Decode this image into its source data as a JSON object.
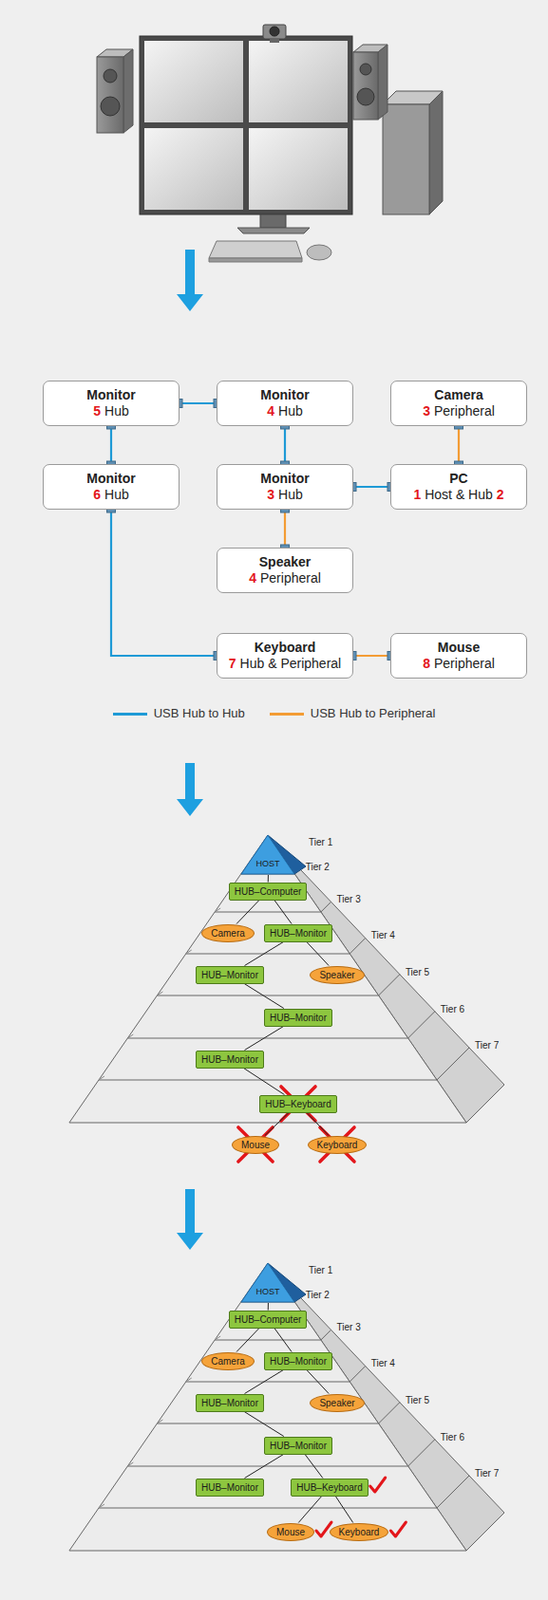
{
  "diagram": {
    "nodes": [
      {
        "text": [
          "Monitor",
          "5",
          "Hub"
        ]
      },
      {
        "text": [
          "Monitor",
          "4",
          "Hub"
        ]
      },
      {
        "text": [
          "Camera",
          "3",
          "Peripheral"
        ]
      },
      {
        "text": [
          "Monitor",
          "6",
          "Hub"
        ]
      },
      {
        "text": [
          "Monitor",
          "3",
          "Hub"
        ]
      },
      {
        "text": [
          "PC",
          "1",
          "Host & Hub",
          "2"
        ]
      },
      {
        "text": [
          "Speaker",
          "4",
          "Peripheral"
        ]
      },
      {
        "text": [
          "Keyboard",
          "7",
          "Hub & Peripheral"
        ]
      },
      {
        "text": [
          "Mouse",
          "8",
          "Peripheral"
        ]
      },
      {
        "text": [
          "HOST"
        ]
      },
      {
        "text": [
          "HUB–Computer"
        ]
      },
      {
        "text": [
          "Camera"
        ]
      },
      {
        "text": [
          "HUB–Monitor"
        ]
      },
      {
        "text": [
          "HUB–Monitor"
        ]
      },
      {
        "text": [
          "Speaker"
        ]
      },
      {
        "text": [
          "HUB–Monitor"
        ]
      },
      {
        "text": [
          "HUB–Monitor"
        ]
      },
      {
        "text": [
          "HUB–Keyboard"
        ]
      },
      {
        "text": [
          "Mouse"
        ]
      },
      {
        "text": [
          "Keyboard"
        ]
      },
      {
        "text": [
          "HOST"
        ]
      },
      {
        "text": [
          "HUB–Computer"
        ]
      },
      {
        "text": [
          "Camera"
        ]
      },
      {
        "text": [
          "HUB–Monitor"
        ]
      },
      {
        "text": [
          "HUB–Monitor"
        ]
      },
      {
        "text": [
          "Speaker"
        ]
      },
      {
        "text": [
          "HUB–Monitor"
        ]
      },
      {
        "text": [
          "HUB–Monitor"
        ]
      },
      {
        "text": [
          "HUB–Keyboard"
        ]
      },
      {
        "text": [
          "Mouse"
        ]
      },
      {
        "text": [
          "Keyboard"
        ]
      }
    ],
    "edges": [
      {
        "from": 0,
        "to": 1,
        "arrow": "none"
      },
      {
        "from": 0,
        "to": 3,
        "arrow": "none"
      },
      {
        "from": 1,
        "to": 4,
        "arrow": "none"
      },
      {
        "from": 4,
        "to": 5,
        "arrow": "none"
      },
      {
        "from": 2,
        "to": 5,
        "arrow": "none"
      },
      {
        "from": 4,
        "to": 6,
        "arrow": "none"
      },
      {
        "from": 3,
        "to": 7,
        "arrow": "none"
      },
      {
        "from": 7,
        "to": 8,
        "arrow": "none"
      },
      {
        "from": 9,
        "to": 10,
        "arrow": "none"
      },
      {
        "from": 10,
        "to": 11,
        "arrow": "none"
      },
      {
        "from": 10,
        "to": 12,
        "arrow": "none"
      },
      {
        "from": 12,
        "to": 13,
        "arrow": "none"
      },
      {
        "from": 12,
        "to": 14,
        "arrow": "none"
      },
      {
        "from": 13,
        "to": 15,
        "arrow": "none"
      },
      {
        "from": 15,
        "to": 16,
        "arrow": "none"
      },
      {
        "from": 16,
        "to": 17,
        "arrow": "none"
      },
      {
        "from": 17,
        "to": 18,
        "arrow": "none"
      },
      {
        "from": 17,
        "to": 19,
        "arrow": "none"
      },
      {
        "from": 20,
        "to": 21,
        "arrow": "none"
      },
      {
        "from": 21,
        "to": 22,
        "arrow": "none"
      },
      {
        "from": 21,
        "to": 23,
        "arrow": "none"
      },
      {
        "from": 23,
        "to": 24,
        "arrow": "none"
      },
      {
        "from": 23,
        "to": 25,
        "arrow": "none"
      },
      {
        "from": 24,
        "to": 26,
        "arrow": "none"
      },
      {
        "from": 26,
        "to": 27,
        "arrow": "none"
      },
      {
        "from": 26,
        "to": 28,
        "arrow": "none"
      },
      {
        "from": 28,
        "to": 29,
        "arrow": "none"
      },
      {
        "from": 28,
        "to": 30,
        "arrow": "none"
      }
    ],
    "labels": [
      "Tier 1",
      "Tier 2",
      "Tier 3",
      "Tier 4",
      "Tier 5",
      "Tier 6",
      "Tier 7",
      "Tier 1",
      "Tier 2",
      "Tier 3",
      "Tier 4",
      "Tier 5",
      "Tier 6",
      "Tier 7"
    ],
    "legend": [
      {
        "text": "USB Hub to Hub",
        "color": "#1e9ad6"
      },
      {
        "text": "USB Hub to Peripheral",
        "color": "#f39c34"
      }
    ]
  }
}
